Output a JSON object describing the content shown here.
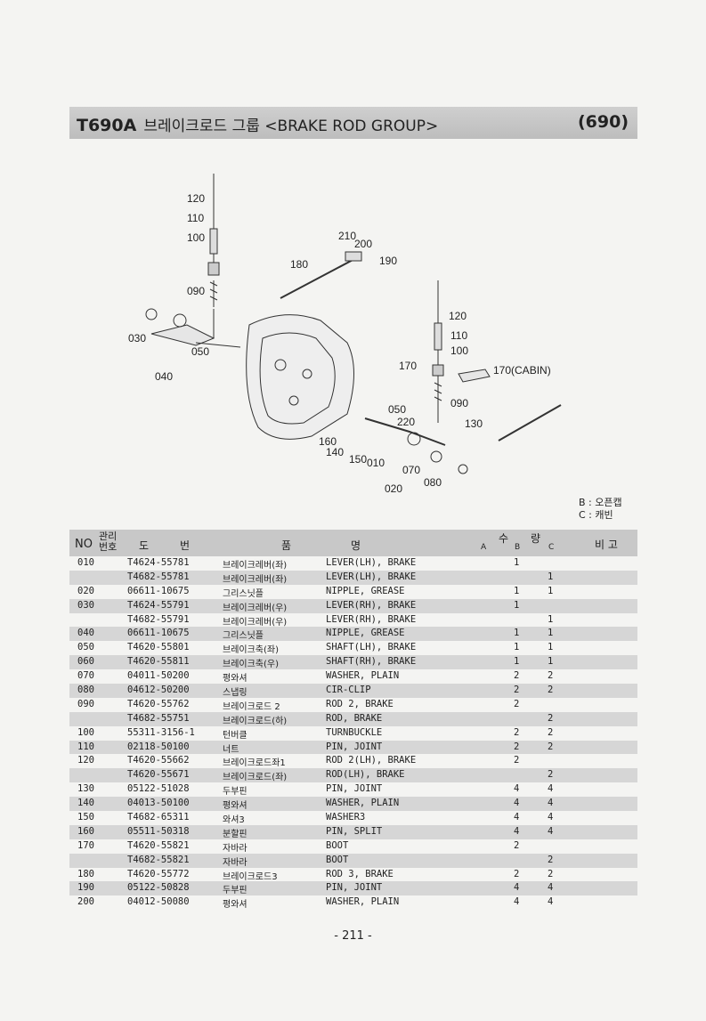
{
  "header": {
    "code": "T690A",
    "title": "브레이크로드 그룹 <BRAKE ROD GROUP>",
    "page_ref": "(690)"
  },
  "diagram": {
    "callouts": [
      "120",
      "110",
      "100",
      "090",
      "030",
      "040",
      "050",
      "210",
      "200",
      "180",
      "190",
      "120",
      "110",
      "100",
      "170",
      "170(CABIN)",
      "090",
      "050",
      "220",
      "130",
      "160",
      "140",
      "150",
      "010",
      "070",
      "080",
      "020"
    ]
  },
  "legend": {
    "b": "B : 오픈캡",
    "c": "C : 캐빈"
  },
  "table": {
    "headers": {
      "no": "NO",
      "mgmt": "관리\n번호",
      "part_d": "도",
      "part_b": "번",
      "name_p": "품",
      "name_m": "명",
      "qty_s": "수",
      "qty_r": "량",
      "a": "A",
      "b": "B",
      "c": "C",
      "remark": "비 고"
    },
    "rows": [
      {
        "no": "010",
        "part": "T4624-55781",
        "kor": "브레이크레버(좌)",
        "eng": "LEVER(LH), BRAKE",
        "b": "1",
        "c": ""
      },
      {
        "no": "",
        "part": "T4682-55781",
        "kor": "브레이크레버(좌)",
        "eng": "LEVER(LH), BRAKE",
        "b": "",
        "c": "1"
      },
      {
        "no": "020",
        "part": "06611-10675",
        "kor": "그리스닛플",
        "eng": "NIPPLE, GREASE",
        "b": "1",
        "c": "1"
      },
      {
        "no": "030",
        "part": "T4624-55791",
        "kor": "브레이크레버(우)",
        "eng": "LEVER(RH), BRAKE",
        "b": "1",
        "c": ""
      },
      {
        "no": "",
        "part": "T4682-55791",
        "kor": "브레이크레버(우)",
        "eng": "LEVER(RH), BRAKE",
        "b": "",
        "c": "1"
      },
      {
        "no": "040",
        "part": "06611-10675",
        "kor": "그리스닛플",
        "eng": "NIPPLE, GREASE",
        "b": "1",
        "c": "1"
      },
      {
        "no": "050",
        "part": "T4620-55801",
        "kor": "브레이크축(좌)",
        "eng": "SHAFT(LH), BRAKE",
        "b": "1",
        "c": "1"
      },
      {
        "no": "060",
        "part": "T4620-55811",
        "kor": "브레이크축(우)",
        "eng": "SHAFT(RH), BRAKE",
        "b": "1",
        "c": "1"
      },
      {
        "no": "070",
        "part": "04011-50200",
        "kor": "평와셔",
        "eng": "WASHER, PLAIN",
        "b": "2",
        "c": "2"
      },
      {
        "no": "080",
        "part": "04612-50200",
        "kor": "스냅링",
        "eng": "CIR-CLIP",
        "b": "2",
        "c": "2"
      },
      {
        "no": "090",
        "part": "T4620-55762",
        "kor": "브레이크로드 2",
        "eng": "ROD 2, BRAKE",
        "b": "2",
        "c": ""
      },
      {
        "no": "",
        "part": "T4682-55751",
        "kor": "브레이크로드(하)",
        "eng": "ROD, BRAKE",
        "b": "",
        "c": "2"
      },
      {
        "no": "100",
        "part": "55311-3156-1",
        "kor": "턴버클",
        "eng": "TURNBUCKLE",
        "b": "2",
        "c": "2"
      },
      {
        "no": "110",
        "part": "02118-50100",
        "kor": "너트",
        "eng": "PIN, JOINT",
        "b": "2",
        "c": "2"
      },
      {
        "no": "120",
        "part": "T4620-55662",
        "kor": "브레이크로드좌1",
        "eng": "ROD 2(LH), BRAKE",
        "b": "2",
        "c": ""
      },
      {
        "no": "",
        "part": "T4620-55671",
        "kor": "브레이크로드(좌)",
        "eng": "ROD(LH), BRAKE",
        "b": "",
        "c": "2"
      },
      {
        "no": "130",
        "part": "05122-51028",
        "kor": "두부핀",
        "eng": "PIN, JOINT",
        "b": "4",
        "c": "4"
      },
      {
        "no": "140",
        "part": "04013-50100",
        "kor": "평와셔",
        "eng": "WASHER, PLAIN",
        "b": "4",
        "c": "4"
      },
      {
        "no": "150",
        "part": "T4682-65311",
        "kor": "와셔3",
        "eng": "WASHER3",
        "b": "4",
        "c": "4"
      },
      {
        "no": "160",
        "part": "05511-50318",
        "kor": "분할핀",
        "eng": "PIN, SPLIT",
        "b": "4",
        "c": "4"
      },
      {
        "no": "170",
        "part": "T4620-55821",
        "kor": "자바라",
        "eng": "BOOT",
        "b": "2",
        "c": ""
      },
      {
        "no": "",
        "part": "T4682-55821",
        "kor": "자바라",
        "eng": "BOOT",
        "b": "",
        "c": "2"
      },
      {
        "no": "180",
        "part": "T4620-55772",
        "kor": "브레이크로드3",
        "eng": "ROD 3, BRAKE",
        "b": "2",
        "c": "2"
      },
      {
        "no": "190",
        "part": "05122-50828",
        "kor": "두부핀",
        "eng": "PIN, JOINT",
        "b": "4",
        "c": "4"
      },
      {
        "no": "200",
        "part": "04012-50080",
        "kor": "평와셔",
        "eng": "WASHER, PLAIN",
        "b": "4",
        "c": "4"
      }
    ]
  },
  "footer": {
    "page": "- 211 -"
  }
}
